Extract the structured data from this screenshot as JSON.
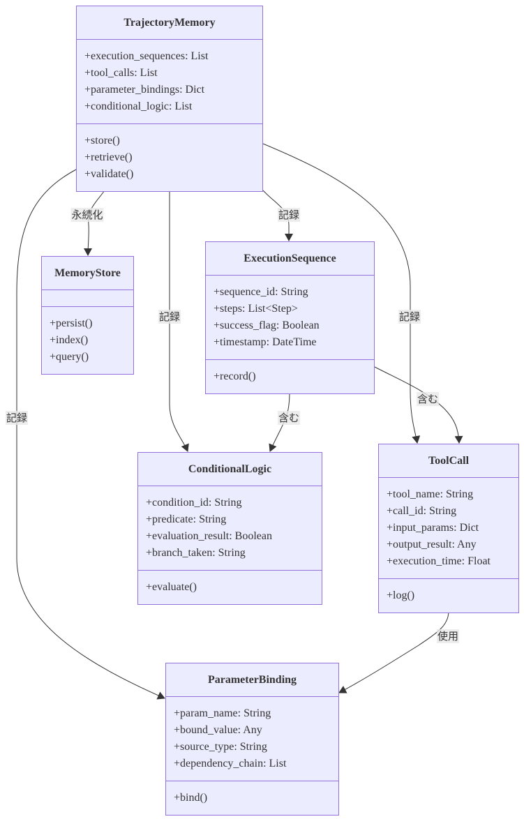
{
  "classes": {
    "trajectory_memory": {
      "name": "TrajectoryMemory",
      "attributes": [
        "+execution_sequences: List",
        "+tool_calls: List",
        "+parameter_bindings: Dict",
        "+conditional_logic: List"
      ],
      "methods": [
        "+store()",
        "+retrieve()",
        "+validate()"
      ]
    },
    "memory_store": {
      "name": "MemoryStore",
      "attributes": [],
      "methods": [
        "+persist()",
        "+index()",
        "+query()"
      ]
    },
    "execution_sequence": {
      "name": "ExecutionSequence",
      "attributes": [
        "+sequence_id: String",
        "+steps: List<Step>",
        "+success_flag: Boolean",
        "+timestamp: DateTime"
      ],
      "methods": [
        "+record()"
      ]
    },
    "conditional_logic": {
      "name": "ConditionalLogic",
      "attributes": [
        "+condition_id: String",
        "+predicate: String",
        "+evaluation_result: Boolean",
        "+branch_taken: String"
      ],
      "methods": [
        "+evaluate()"
      ]
    },
    "tool_call": {
      "name": "ToolCall",
      "attributes": [
        "+tool_name: String",
        "+call_id: String",
        "+input_params: Dict",
        "+output_result: Any",
        "+execution_time: Float"
      ],
      "methods": [
        "+log()"
      ]
    },
    "parameter_binding": {
      "name": "ParameterBinding",
      "attributes": [
        "+param_name: String",
        "+bound_value: Any",
        "+source_type: String",
        "+dependency_chain: List"
      ],
      "methods": [
        "+bind()"
      ]
    }
  },
  "relations": [
    {
      "id": "tm_ms",
      "from": "TrajectoryMemory",
      "to": "MemoryStore",
      "label": "永続化"
    },
    {
      "id": "tm_es",
      "from": "TrajectoryMemory",
      "to": "ExecutionSequence",
      "label": "記録"
    },
    {
      "id": "tm_tc",
      "from": "TrajectoryMemory",
      "to": "ToolCall",
      "label": "記録"
    },
    {
      "id": "tm_cl",
      "from": "TrajectoryMemory",
      "to": "ConditionalLogic",
      "label": "記録"
    },
    {
      "id": "tm_pb",
      "from": "TrajectoryMemory",
      "to": "ParameterBinding",
      "label": "記録"
    },
    {
      "id": "es_tc",
      "from": "ExecutionSequence",
      "to": "ToolCall",
      "label": "含む"
    },
    {
      "id": "es_cl",
      "from": "ExecutionSequence",
      "to": "ConditionalLogic",
      "label": "含む"
    },
    {
      "id": "tc_pb",
      "from": "ToolCall",
      "to": "ParameterBinding",
      "label": "使用"
    }
  ],
  "colors": {
    "node_fill": "#ECECFF",
    "node_border": "#9370DB",
    "edge": "#333333",
    "label_bg": "#E8E8E8",
    "text": "#333333"
  }
}
